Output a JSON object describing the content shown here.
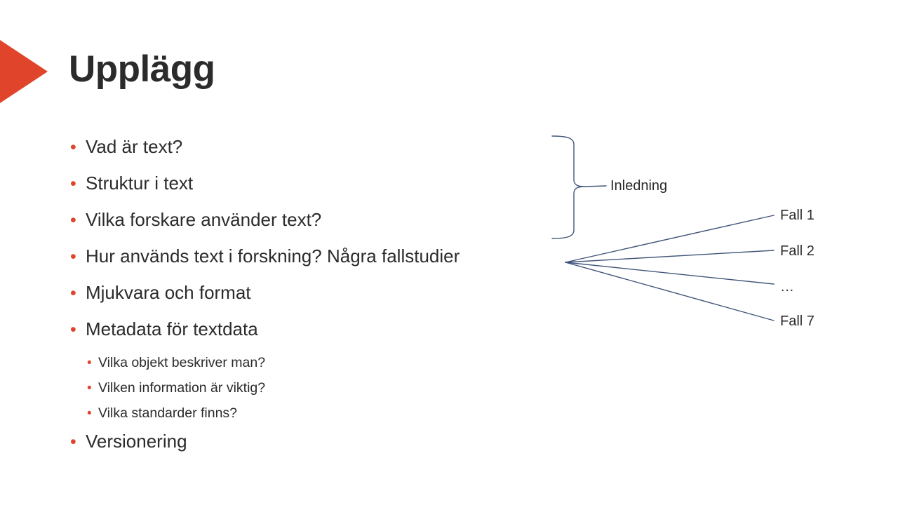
{
  "slide": {
    "title": "Upplägg",
    "background_color": "#FFFFFF",
    "accent_color": "#E0452C",
    "text_color": "#2B2B2B",
    "diagram_line_color": "#41557A"
  },
  "bullets": [
    {
      "level": 1,
      "marker": "•",
      "text": "Vad är text?"
    },
    {
      "level": 1,
      "marker": "•",
      "text": "Struktur i text"
    },
    {
      "level": 1,
      "marker": "•",
      "text": "Vilka forskare använder text?"
    },
    {
      "level": 1,
      "marker": "•",
      "text": "Hur används text i forskning? Några fallstudier"
    },
    {
      "level": 1,
      "marker": "•",
      "text": "Mjukvara och format"
    },
    {
      "level": 1,
      "marker": "•",
      "text": "Metadata för textdata"
    },
    {
      "level": 2,
      "marker": "•",
      "text": "Vilka objekt beskriver man?"
    },
    {
      "level": 2,
      "marker": "•",
      "text": "Vilken information är viktig?"
    },
    {
      "level": 2,
      "marker": "•",
      "text": "Vilka standarder finns?"
    },
    {
      "level": 1,
      "marker": "•",
      "text": "Versionering"
    }
  ],
  "diagram": {
    "brace_label": "Inledning",
    "fan_labels": {
      "fall_1": "Fall 1",
      "fall_2": "Fall 2",
      "fall_dots": "…",
      "fall_7": "Fall 7"
    }
  }
}
